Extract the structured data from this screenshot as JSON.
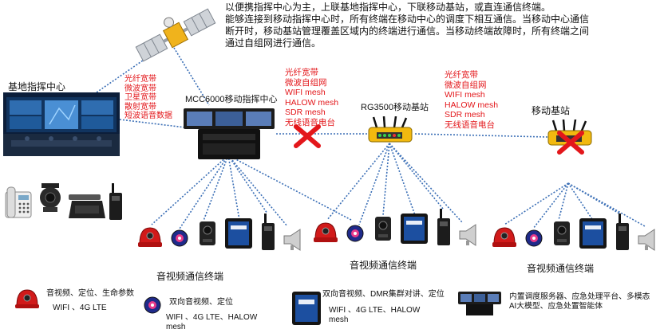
{
  "description": [
    "以便携指挥中心为主，上联基地指挥中心，下联移动基站，或直连通信终端。",
    "能够连接到移动指挥中心时，所有终端在移动中心的调度下相互通信。当移动中心通信",
    "断开时，移动基站管理覆盖区域内的终端进行通信。当移动终端故障时，所有终端之间",
    "通过自组网进行通信。"
  ],
  "nodes": {
    "base_center": "基地指挥中心",
    "mcc": "MCC6000移动指挥中心",
    "rg": "RG3500移动基站",
    "mobile_bs": "移动基站"
  },
  "link_labels": {
    "uplink": [
      "光纤宽带",
      "微波宽带",
      "卫星宽带",
      "散射宽带",
      "短波语音数据"
    ],
    "mcc_rg": [
      "光纤宽带",
      "微波自组网",
      "WIFI mesh",
      "HALOW mesh",
      "SDR mesh",
      "无线语音电台"
    ],
    "rg_bs": [
      "光纤宽带",
      "微波自组网",
      "WIFI mesh",
      "HALOW mesh",
      "SDR mesh",
      "无线语音电台"
    ]
  },
  "terminal_group_label": "音视频通信终端",
  "legend": {
    "helmet_title": "音视频、定位、生命参数",
    "helmet_net": "WIFI 、4G LTE",
    "dual_title": "双向音视频、定位",
    "dual_net": "WIFI 、4G LTE、HALOW mesh",
    "dmr_title": "双向音视频、DMR集群对讲、定位",
    "dmr_net": "WIFI 、4G LTE、HALOW mesh",
    "server_desc": "内置调度服务器、应急处理平台、多模态AI大模型、应急处置智能体"
  },
  "colors": {
    "link": "#3b6fb6",
    "label_red": "#e3171b",
    "cross": "#e3171b"
  }
}
